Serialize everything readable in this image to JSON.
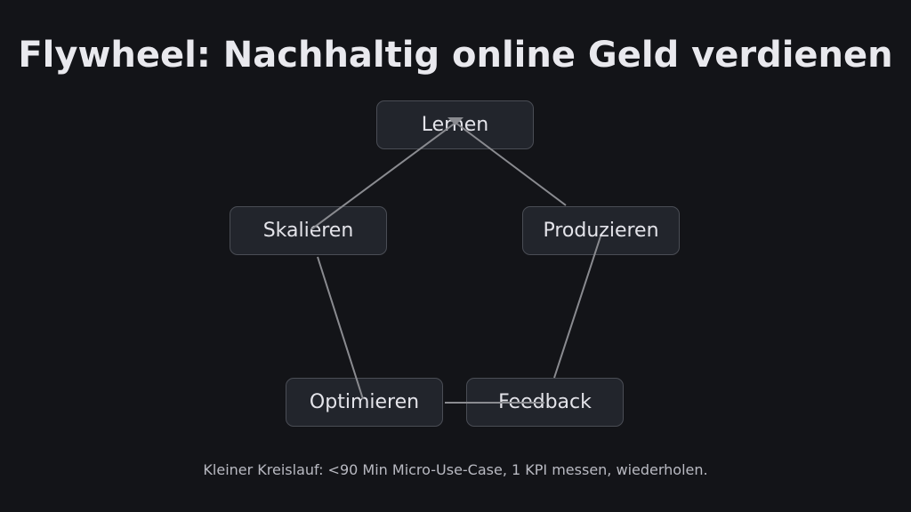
{
  "title": "Flywheel: Nachhaltig online Geld verdienen",
  "nodes": [
    "Lernen",
    "Produzieren",
    "Feedback",
    "Optimieren",
    "Skalieren"
  ],
  "footer": "Kleiner Kreislauf: <90 Min Micro-Use-Case, 1 KPI messen, wiederholen.",
  "colors": {
    "background": "#131418",
    "node": "#22252c",
    "edge": "#8a8b90"
  }
}
